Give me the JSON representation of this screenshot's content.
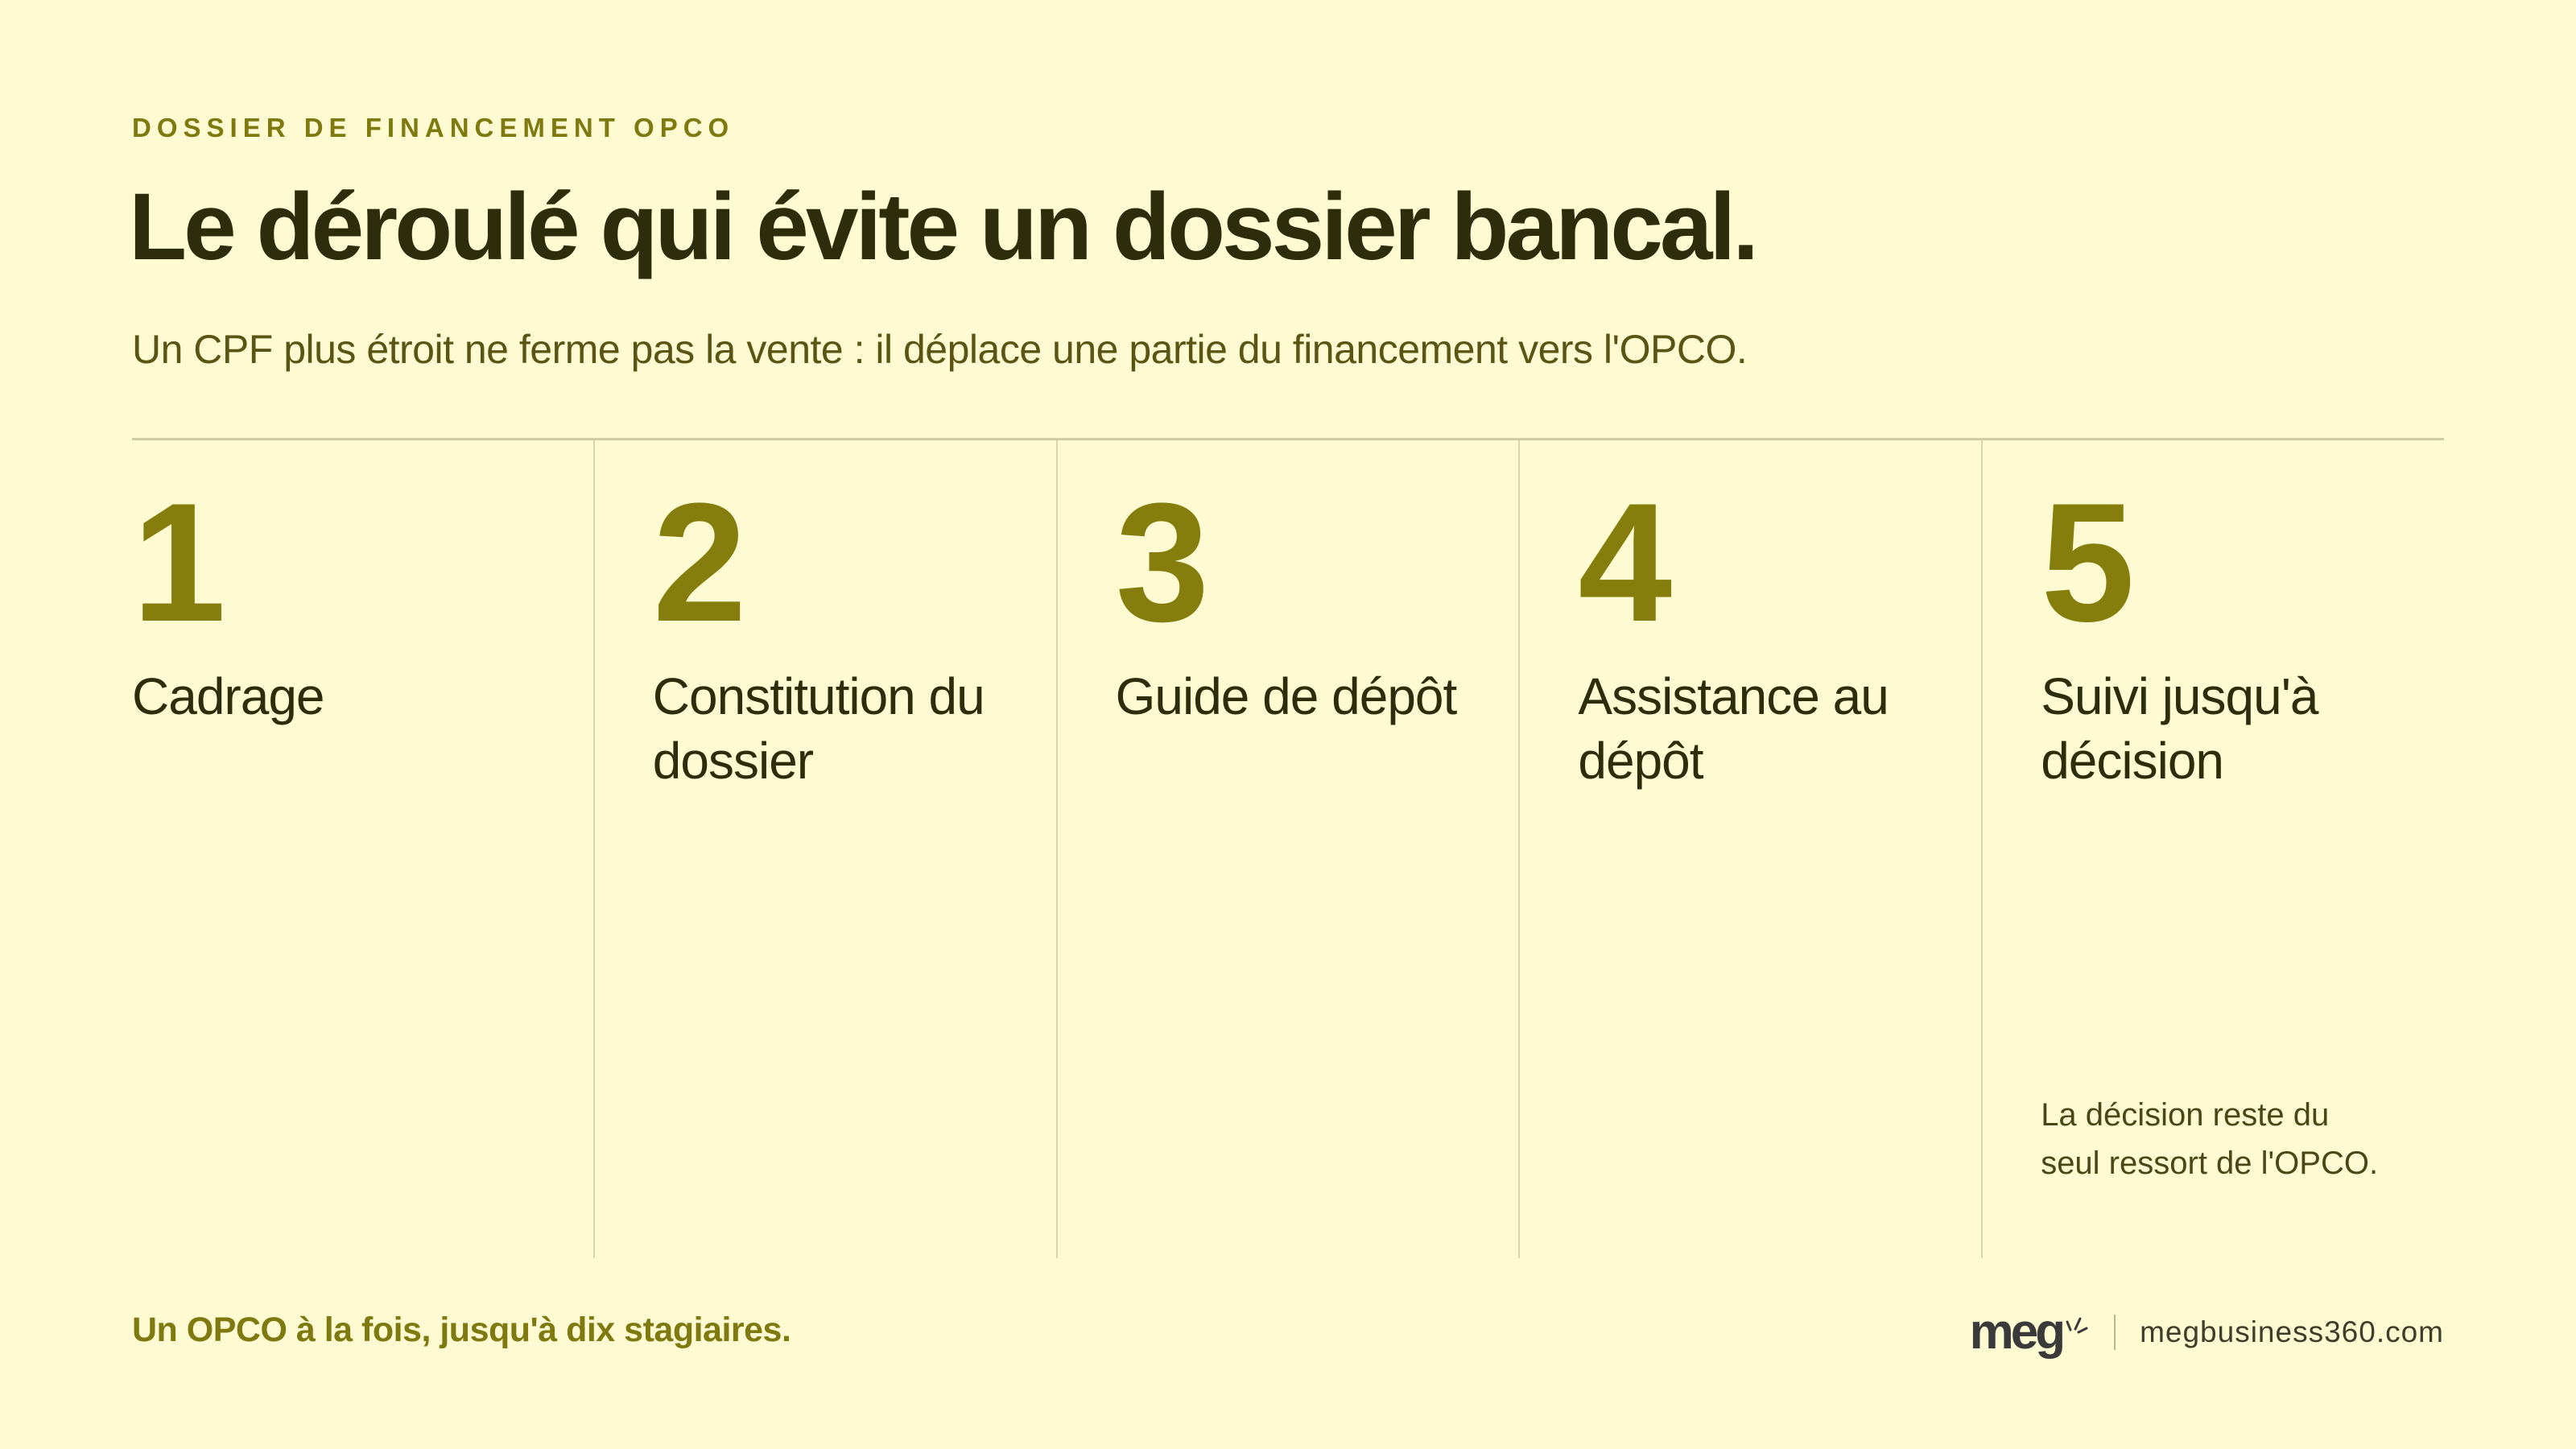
{
  "header": {
    "eyebrow": "DOSSIER DE FINANCEMENT OPCO",
    "title": "Le déroulé qui évite un dossier bancal.",
    "subtitle": "Un CPF plus étroit ne ferme pas la vente : il déplace une partie du financement vers l'OPCO."
  },
  "steps": [
    {
      "number": "1",
      "label": "Cadrage",
      "note": ""
    },
    {
      "number": "2",
      "label": "Constitution du dossier",
      "note": ""
    },
    {
      "number": "3",
      "label": "Guide de dépôt",
      "note": ""
    },
    {
      "number": "4",
      "label": "Assistance au dépôt",
      "note": ""
    },
    {
      "number": "5",
      "label": "Suivi jusqu'à décision",
      "note": "La décision reste du seul ressort de l'OPCO."
    }
  ],
  "footer": {
    "tagline": "Un OPCO à la fois, jusqu'à dix stagiaires.",
    "logo_text": "meg",
    "website": "megbusiness360.com"
  },
  "colors": {
    "background": "#fefbd3",
    "accent": "#857e0c",
    "text_dark": "#2e2d0b"
  },
  "icons": {
    "logo": "meg-logo-icon"
  }
}
